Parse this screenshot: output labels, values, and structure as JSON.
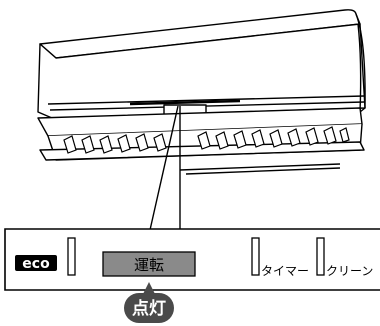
{
  "panel": {
    "eco_label": "eco",
    "run_label": "運転",
    "timer_label": "タイマー",
    "clean_label": "クリーン"
  },
  "callout": {
    "label": "点灯"
  },
  "colors": {
    "run_indicator_fill": "#8a8a8a",
    "callout_fill": "#4a4a4a"
  }
}
